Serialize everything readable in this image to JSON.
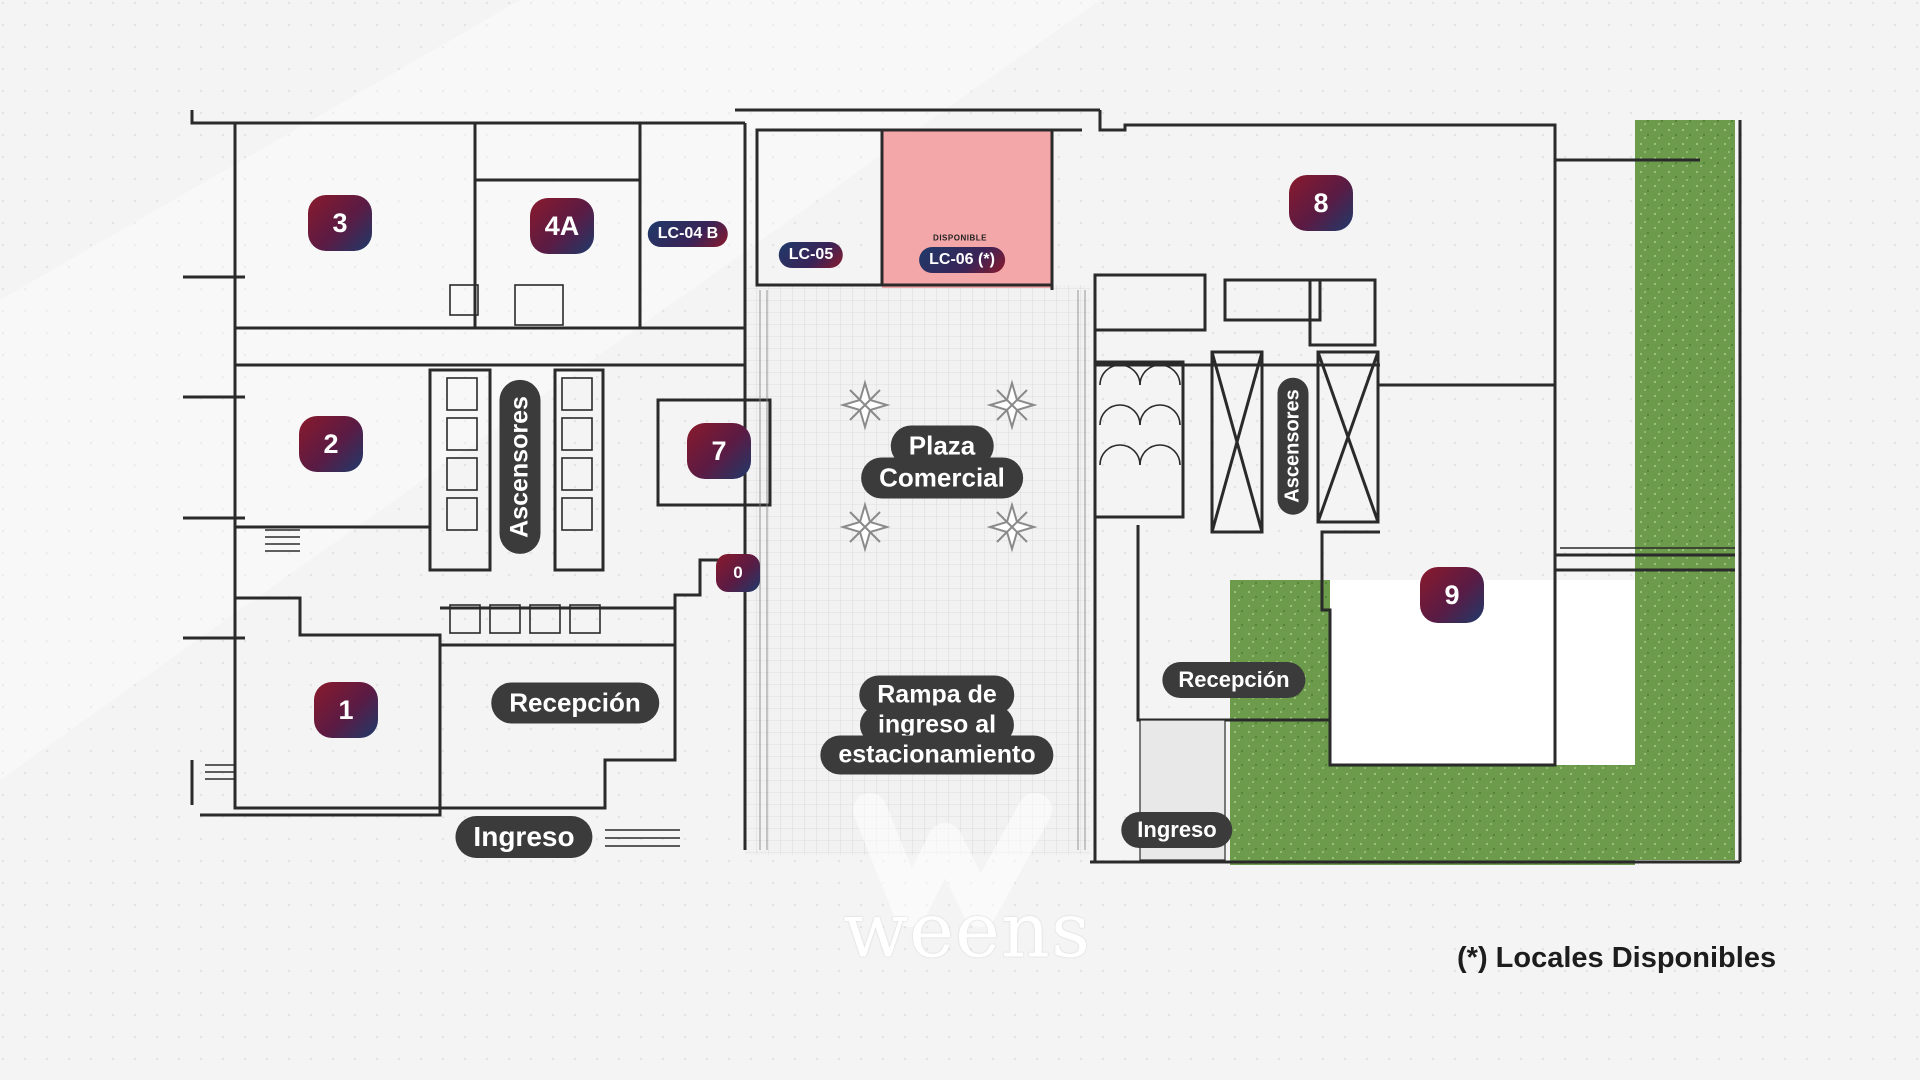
{
  "units": [
    {
      "id": "unit-3",
      "label": "3"
    },
    {
      "id": "unit-4a",
      "label": "4A"
    },
    {
      "id": "unit-2",
      "label": "2"
    },
    {
      "id": "unit-7",
      "label": "7"
    },
    {
      "id": "unit-1",
      "label": "1"
    },
    {
      "id": "unit-8",
      "label": "8"
    },
    {
      "id": "unit-9",
      "label": "9"
    },
    {
      "id": "unit-0",
      "label": "0"
    }
  ],
  "locales": {
    "lc04b": "LC-04 B",
    "lc05": "LC-05",
    "lc06": "LC-06 (*)",
    "disponible_note": "DISPONIBLE"
  },
  "areas": {
    "ascensores_left": "Ascensores",
    "ascensores_right": "Ascensores",
    "plaza_line1": "Plaza",
    "plaza_line2": "Comercial",
    "rampa_line1": "Rampa de",
    "rampa_line2": "ingreso al",
    "rampa_line3": "estacionamiento",
    "recepcion_left": "Recepción",
    "recepcion_right": "Recepción",
    "ingreso_left": "Ingreso",
    "ingreso_right": "Ingreso"
  },
  "legend": "(*) Locales Disponibles",
  "watermark": "weens",
  "colors": {
    "available_highlight": "#f4a7a9",
    "green_area": "#6a9a4a",
    "unit_badge_start": "#8a1a2c",
    "unit_badge_end": "#1e3a6a",
    "label_dark": "#3b3b3b"
  }
}
